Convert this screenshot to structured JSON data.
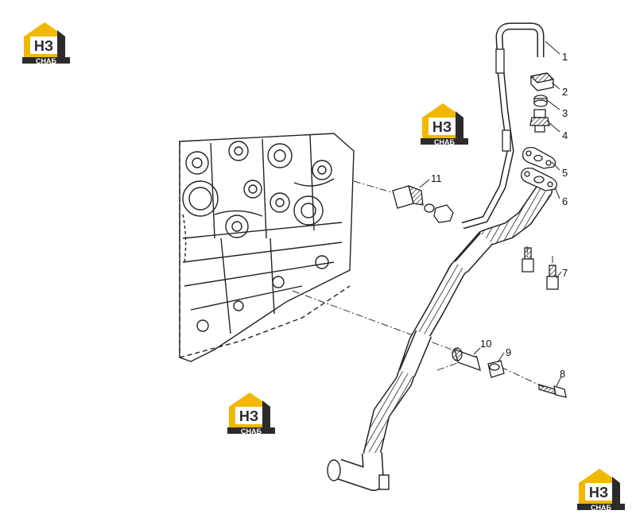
{
  "logo": {
    "mark": "НЗ",
    "sub": "СНАБ",
    "colors": {
      "accent": "#f2b800",
      "dark": "#2b2b2b",
      "text": "#ffffff"
    }
  },
  "callouts": [
    "1",
    "2",
    "3",
    "4",
    "5",
    "6",
    "7",
    "8",
    "9",
    "10",
    "11"
  ]
}
